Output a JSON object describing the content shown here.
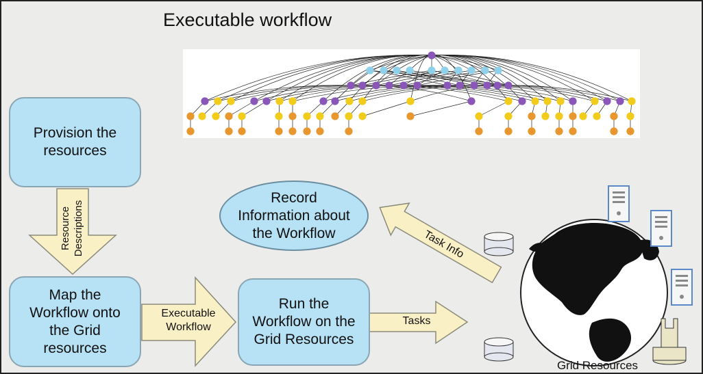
{
  "title": "Executable workflow",
  "steps": {
    "provision": "Provision the\nresources",
    "map": "Map the\nWorkflow onto\nthe Grid\nresources",
    "run": "Run the\nWorkflow on the\nGrid Resources",
    "record": "Record\nInformation about\nthe Workflow"
  },
  "arrows": {
    "resource_descriptions": "Resource\nDescriptions",
    "executable_workflow": "Executable\nWorkflow",
    "tasks": "Tasks",
    "task_info": "Task Info"
  },
  "grid_label": "Grid Resources",
  "colors": {
    "box_fill": "#b7e1f4",
    "arrow_fill": "#faf0c6",
    "node_purple": "#8a56b8",
    "node_lightblue": "#8fd0ea",
    "node_yellow": "#f2cc1a",
    "node_orange": "#e8962e"
  }
}
